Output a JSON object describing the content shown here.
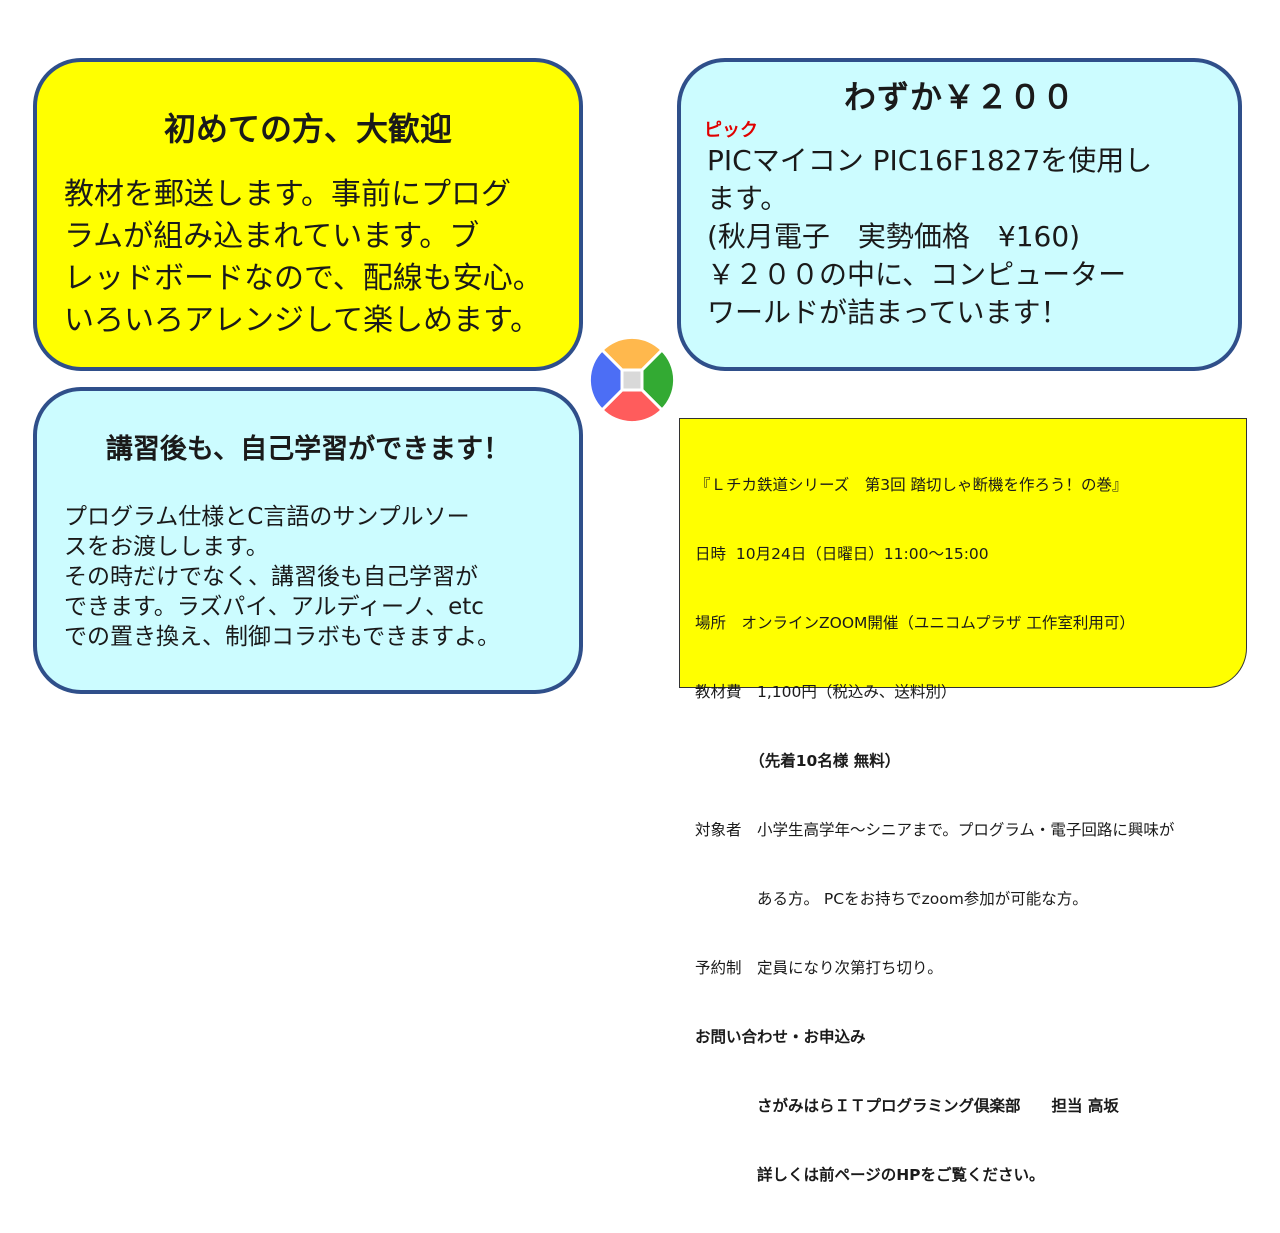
{
  "box1": {
    "title": "初めての方、大歓迎",
    "lines": [
      "教材を郵送します。事前にプログ",
      "ラムが組み込まれています。ブ",
      "レッドボードなので、配線も安心。",
      "いろいろアレンジして楽しめます。"
    ]
  },
  "box2": {
    "title": "わずか￥２００",
    "ruby": "ピック",
    "lines": [
      "PICマイコン PIC16F1827を使用し",
      "ます。",
      "(秋月電子　実勢価格　¥160)",
      "￥２００の中に、コンピューター",
      "ワールドが詰まっています！"
    ]
  },
  "box3": {
    "title": "講習後も、自己学習ができます！",
    "lines": [
      "プログラム仕様とC言語のサンプルソー",
      "スをお渡しします。",
      "その時だけでなく、講習後も自己学習が",
      "できます。ラズパイ、アルディーノ、etc",
      "での置き換え、制御コラボもできますよ。"
    ]
  },
  "box4": {
    "lines": [
      {
        "text": "『Ｌチカ鉄道シリーズ　第3回 踏切しゃ断機を作ろう！の巻』",
        "bold": false
      },
      {
        "text": "日時  10月24日（日曜日）11:00～15:00",
        "bold": false
      },
      {
        "text": "場所　オンラインZOOM開催（ユニコムプラザ 工作室利用可）",
        "bold": false
      },
      {
        "text": "教材費　1,100円（税込み、送料別）",
        "bold": false
      },
      {
        "text": "　　　　（先着10名様 無料）",
        "bold": true
      },
      {
        "text": "対象者　小学生高学年～シニアまで。プログラム・電子回路に興味が",
        "bold": false
      },
      {
        "text": "　　　　ある方。 PCをお持ちでzoom参加が可能な方。",
        "bold": false
      },
      {
        "text": "予約制　定員になり次第打ち切り。",
        "bold": false
      },
      {
        "text": "お問い合わせ・お申込み",
        "bold": true
      },
      {
        "text": "　　　　さがみはらＩＴプログラミング倶楽部　　担当 高坂",
        "bold": true
      },
      {
        "text": "　　　　詳しくは前ページのHPをご覧ください。",
        "bold": true
      }
    ]
  },
  "colors": {
    "yellow": "#ffff00",
    "cyan": "#ccfcff",
    "border": "#2f4f8a",
    "wheel_top": "#ffb84d",
    "wheel_right": "#33aa33",
    "wheel_bottom": "#ff5c5c",
    "wheel_left": "#4c6ef5",
    "wheel_center": "#d9d9d9"
  }
}
